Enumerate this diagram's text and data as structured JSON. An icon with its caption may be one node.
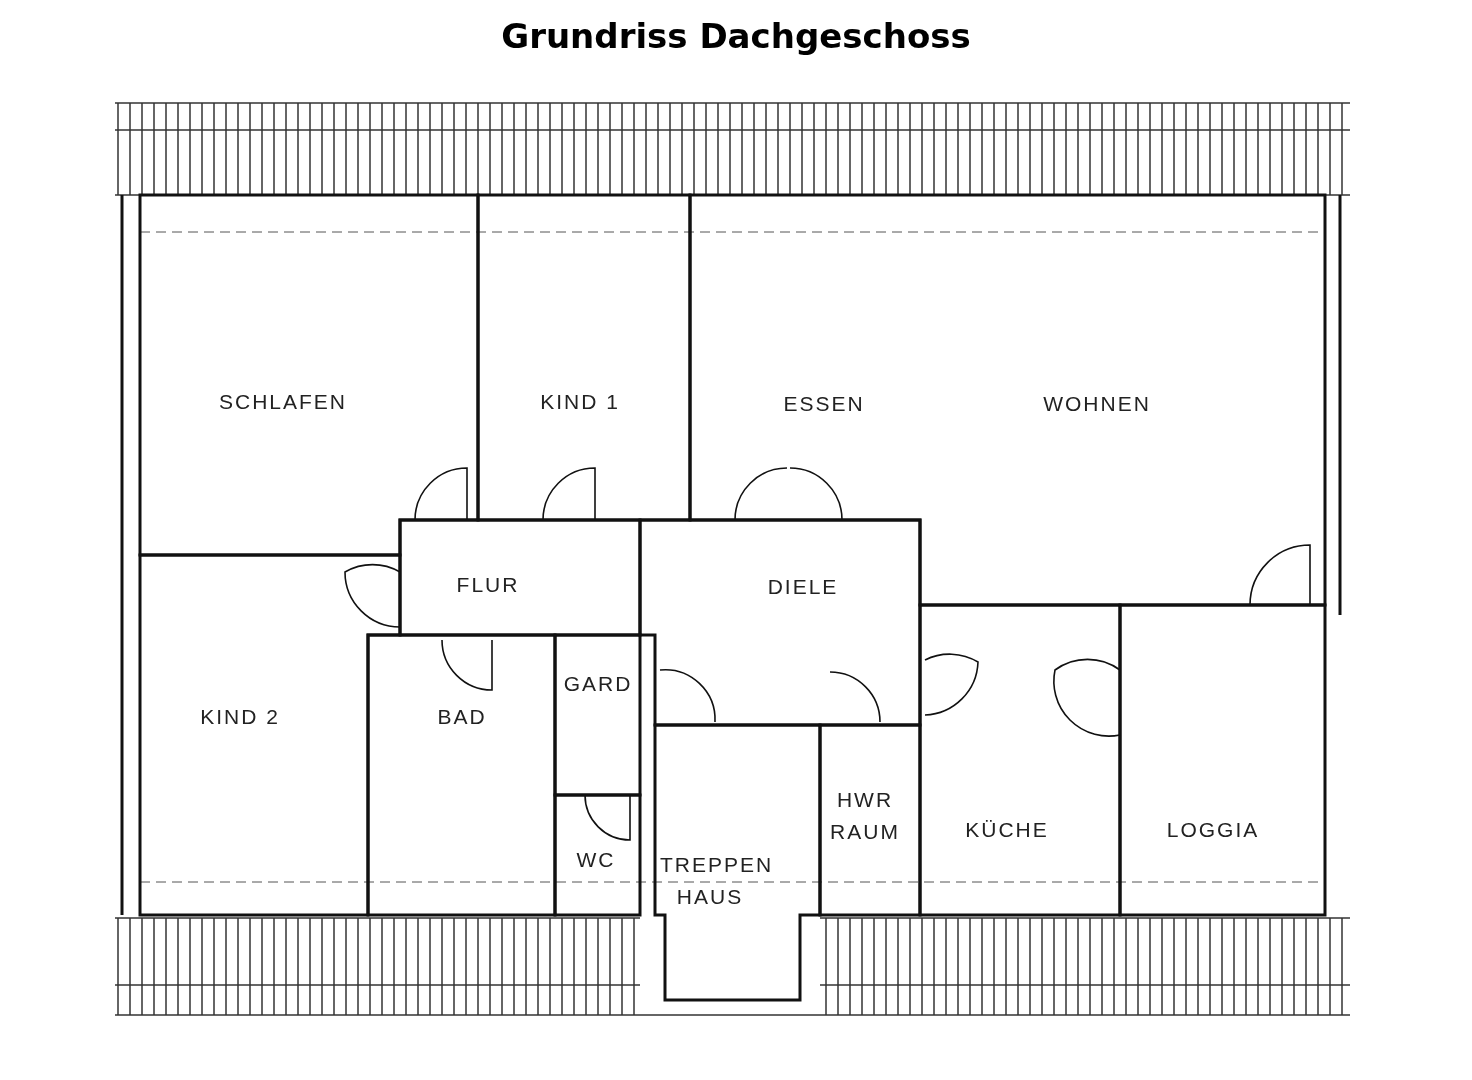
{
  "diagram": {
    "title": "Grundriss Dachgeschoss",
    "nodes": [
      {
        "text": [
          "SCHLAFEN"
        ]
      },
      {
        "text": [
          "KIND 1"
        ]
      },
      {
        "text": [
          "ESSEN",
          "WOHNEN"
        ]
      },
      {
        "text": [
          "FLUR"
        ]
      },
      {
        "text": [
          "DIELE"
        ]
      },
      {
        "text": [
          "KIND 2"
        ]
      },
      {
        "text": [
          "BAD"
        ]
      },
      {
        "text": [
          "GARD"
        ]
      },
      {
        "text": [
          "WC"
        ]
      },
      {
        "text": [
          "TREPPEN HAUS"
        ]
      },
      {
        "text": [
          "HWR RAUM"
        ]
      },
      {
        "text": [
          "KÜCHE"
        ]
      },
      {
        "text": [
          "LOGGIA"
        ]
      }
    ]
  }
}
